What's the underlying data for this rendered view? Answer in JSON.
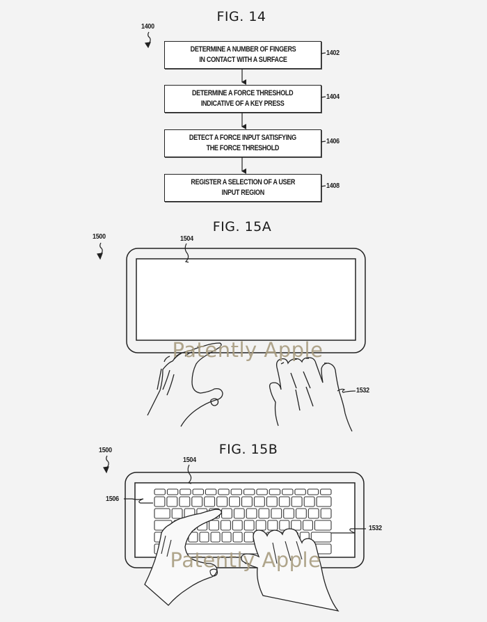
{
  "fig14": {
    "title": "FIG. 14",
    "ref": "1400",
    "steps": [
      {
        "ref": "1402",
        "text": "DETERMINE A NUMBER OF FINGERS\nIN CONTACT WITH A SURFACE"
      },
      {
        "ref": "1404",
        "text": "DETERMINE A FORCE THRESHOLD\nINDICATIVE OF A KEY PRESS"
      },
      {
        "ref": "1406",
        "text": "DETECT A FORCE INPUT SATISFYING\nTHE FORCE THRESHOLD"
      },
      {
        "ref": "1408",
        "text": "REGISTER A SELECTION OF A USER\nINPUT REGION"
      }
    ]
  },
  "fig15a": {
    "title": "FIG. 15A",
    "ref_device": "1500",
    "ref_surface": "1504",
    "ref_hand": "1532"
  },
  "fig15b": {
    "title": "FIG. 15B",
    "ref_device": "1500",
    "ref_surface": "1504",
    "ref_keyboard": "1506",
    "ref_hand": "1532",
    "keyboard_rows": [
      14,
      14,
      14,
      14,
      14,
      3
    ]
  },
  "watermark": "Patently Apple",
  "colors": {
    "background": "#f3f3f3",
    "line": "#222222",
    "watermark": "#a89c80"
  }
}
